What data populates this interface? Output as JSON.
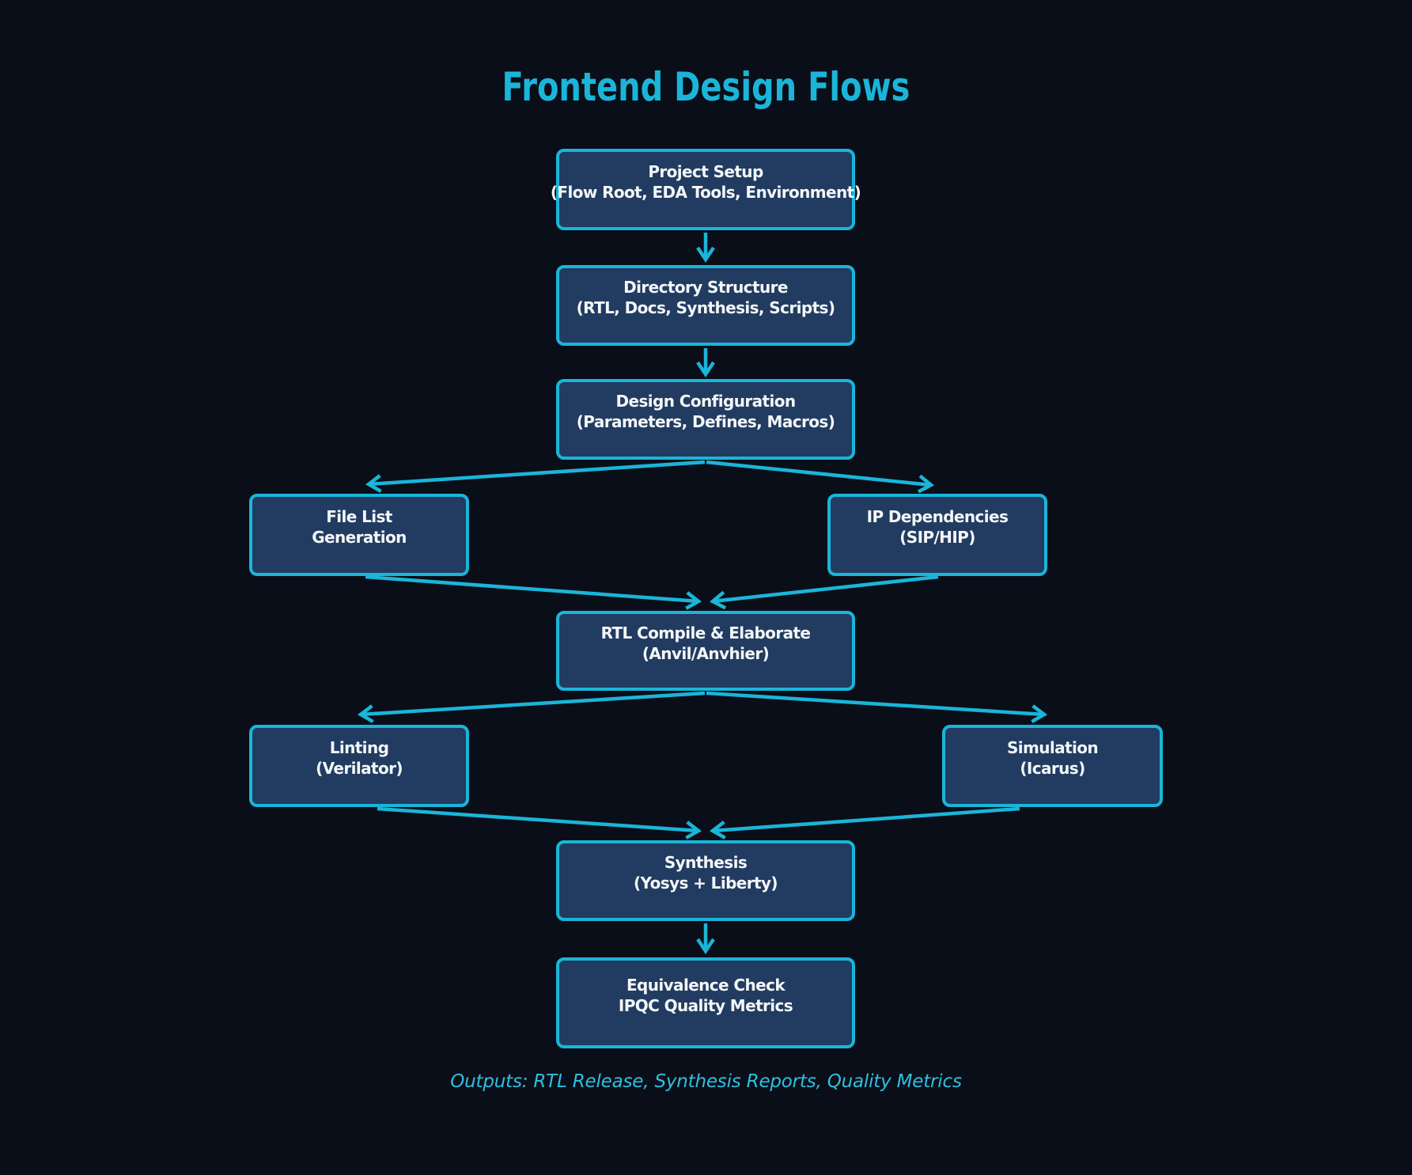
{
  "title": "Frontend Design Flows",
  "footer": "Outputs: RTL Release, Synthesis Reports, Quality Metrics",
  "colors": {
    "background": "#0a0e18",
    "box_fill": "#213c60",
    "box_border": "#1ab5d9",
    "arrow": "#1ab5d9",
    "title_text": "#1ab5d9",
    "box_text": "#f4f6f9",
    "footer_text": "#2ec0e0"
  },
  "nodes": [
    {
      "id": "project-setup",
      "line1": "Project Setup",
      "line2": "(Flow Root, EDA Tools, Environment)"
    },
    {
      "id": "directory-structure",
      "line1": "Directory Structure",
      "line2": "(RTL, Docs, Synthesis, Scripts)"
    },
    {
      "id": "design-configuration",
      "line1": "Design Configuration",
      "line2": "(Parameters, Defines, Macros)"
    },
    {
      "id": "file-list-generation",
      "line1": "File List",
      "line2": "Generation"
    },
    {
      "id": "ip-dependencies",
      "line1": "IP Dependencies",
      "line2": "(SIP/HIP)"
    },
    {
      "id": "rtl-compile",
      "line1": "RTL Compile & Elaborate",
      "line2": "(Anvil/Anvhier)"
    },
    {
      "id": "linting",
      "line1": "Linting",
      "line2": "(Verilator)"
    },
    {
      "id": "simulation",
      "line1": "Simulation",
      "line2": "(Icarus)"
    },
    {
      "id": "synthesis",
      "line1": "Synthesis",
      "line2": "(Yosys + Liberty)"
    },
    {
      "id": "equivalence-check",
      "line1": "Equivalence Check",
      "line2": "IPQC Quality Metrics"
    }
  ]
}
